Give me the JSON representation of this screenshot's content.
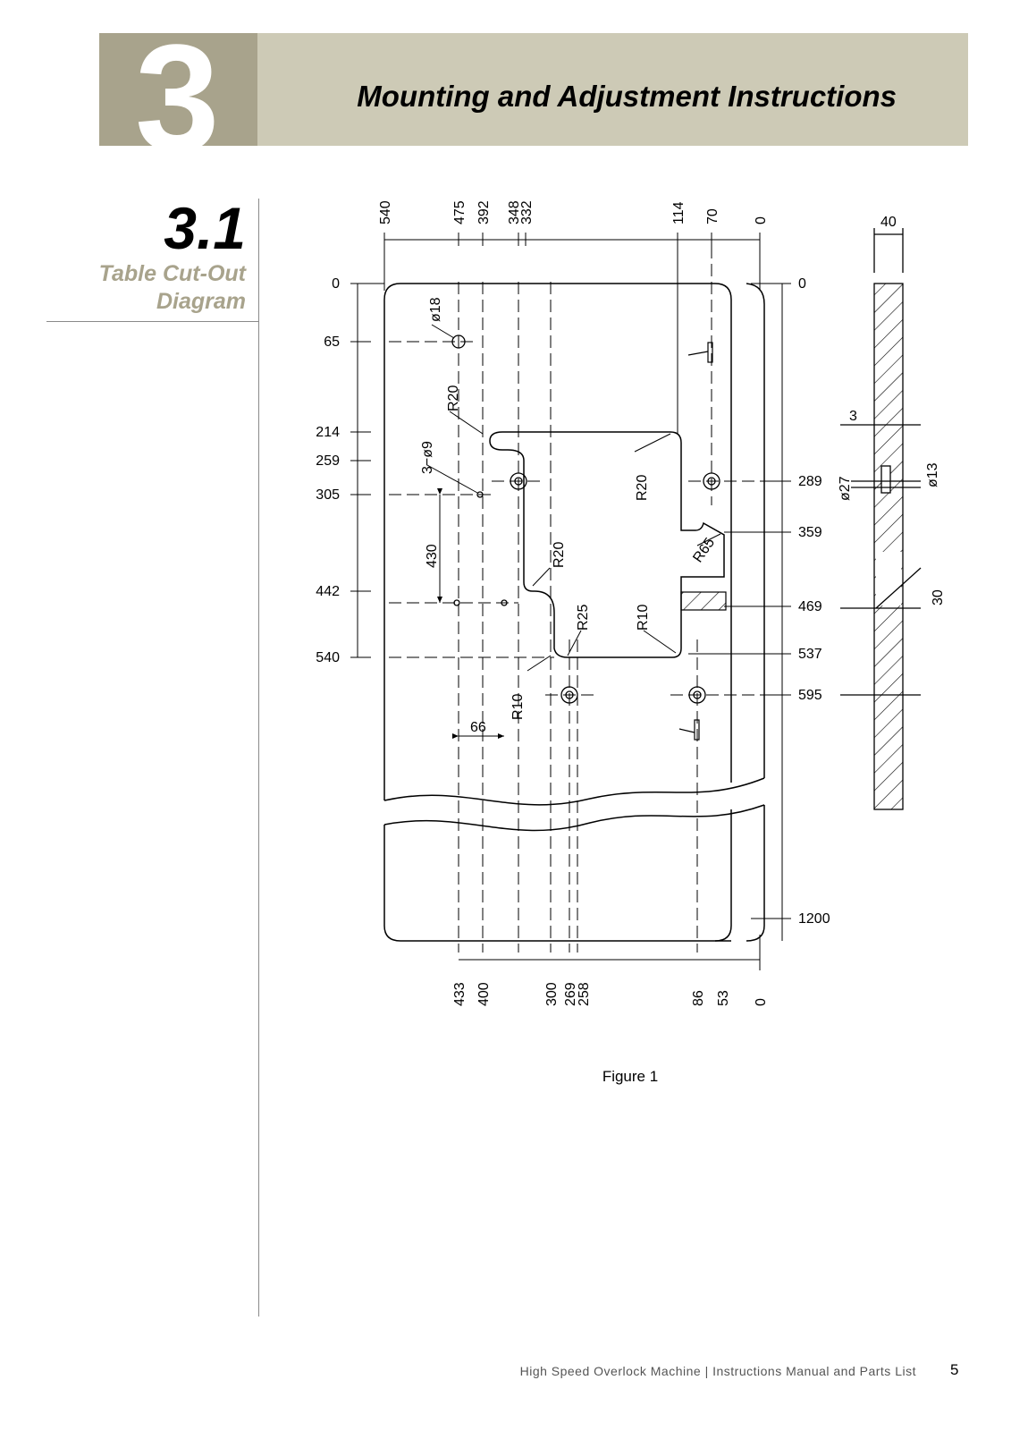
{
  "chapter": {
    "number": "3",
    "title": "Mounting and Adjustment Instructions"
  },
  "section": {
    "number": "3.1",
    "title_line1": "Table Cut-Out",
    "title_line2": "Diagram"
  },
  "drawing": {
    "top_dims": [
      "540",
      "475",
      "392",
      "348",
      "332",
      "114",
      "70",
      "0"
    ],
    "bottom_dims": [
      "433",
      "400",
      "300",
      "269",
      "258",
      "86",
      "53",
      "0"
    ],
    "left_dims": [
      "0",
      "65",
      "214",
      "259",
      "305",
      "442",
      "540"
    ],
    "right_dims": [
      "0",
      "289",
      "359",
      "469",
      "537",
      "595",
      "1200"
    ],
    "hole_labels": {
      "d18": "ø18",
      "three_d9": "3−ø9",
      "d27": "ø27",
      "d13": "ø13"
    },
    "radius_labels": {
      "r20_a": "R20",
      "r20_b": "R20",
      "r20_c": "R20",
      "r25": "R25",
      "r10_a": "R10",
      "r10_b": "R10",
      "r65": "R65"
    },
    "spacing_labels": {
      "d430": "430",
      "d66": "66",
      "side_40": "40",
      "side_3": "3",
      "side_30": "30"
    }
  },
  "figure_caption": "Figure 1",
  "footer": {
    "text": "High Speed Overlock Machine | Instructions Manual and Parts List",
    "page": "5"
  }
}
